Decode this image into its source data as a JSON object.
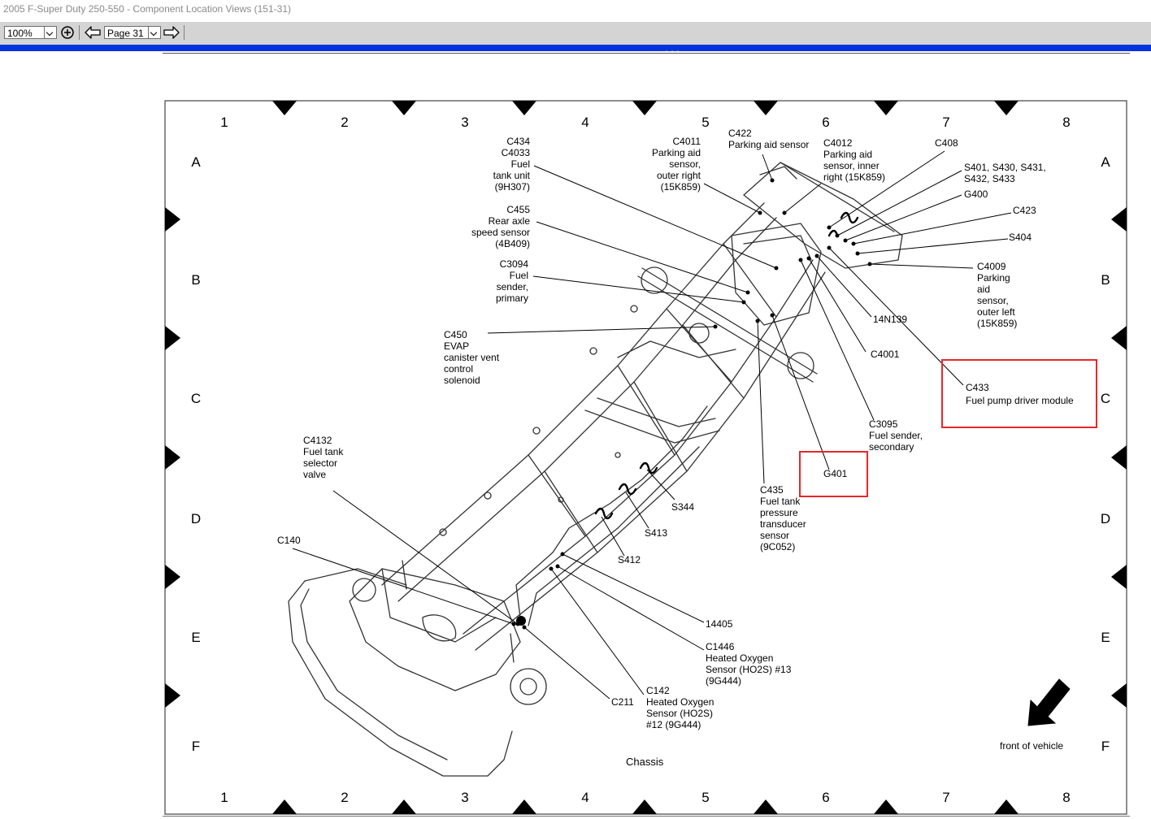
{
  "window": {
    "title": "2005 F-Super Duty 250-550 - Component Location Views (151-31)"
  },
  "toolbar": {
    "zoom_value": "100%",
    "page_value": "Page 31",
    "zoom_icon": "zoom-in-icon",
    "prev_icon": "arrow-left-icon",
    "next_icon": "arrow-right-icon"
  },
  "accent_color": "#0033dd",
  "highlight_color": "#e8262a",
  "diagram": {
    "columns": [
      "1",
      "2",
      "3",
      "4",
      "5",
      "6",
      "7",
      "8"
    ],
    "rows": [
      "A",
      "B",
      "C",
      "D",
      "E",
      "F"
    ],
    "caption": "Chassis",
    "front_label": "front of vehicle",
    "callouts": {
      "c434": [
        "C434",
        "C4033",
        "Fuel",
        "tank unit",
        "(9H307)"
      ],
      "c455": [
        "C455",
        "Rear axle",
        "speed sensor",
        "(4B409)"
      ],
      "c3094": [
        "C3094",
        "Fuel",
        "sender,",
        "primary"
      ],
      "c450": [
        "C450",
        "EVAP",
        "canister vent",
        "control",
        "solenoid"
      ],
      "c4011": [
        "C4011",
        "Parking aid",
        "sensor,",
        "outer right",
        "(15K859)"
      ],
      "c422": [
        "C422",
        "Parking aid sensor"
      ],
      "c4012": [
        "C4012",
        "Parking aid",
        "sensor, inner",
        "right (15K859)"
      ],
      "c408": [
        "C408"
      ],
      "s401": [
        "S401, S430, S431,",
        "S432, S433"
      ],
      "g400": [
        "G400"
      ],
      "c423": [
        "C423"
      ],
      "s404": [
        "S404"
      ],
      "c4009": [
        "C4009",
        "Parking",
        "aid",
        "sensor,",
        "outer left",
        "(15K859)"
      ],
      "n14n139": [
        "14N139"
      ],
      "c4001": [
        "C4001"
      ],
      "c433": [
        "C433",
        "Fuel pump driver module"
      ],
      "c3095": [
        "C3095",
        "Fuel sender,",
        "secondary"
      ],
      "g401": [
        "G401"
      ],
      "c435": [
        "C435",
        "Fuel tank",
        "pressure",
        "transducer",
        "sensor",
        "(9C052)"
      ],
      "s344": [
        "S344"
      ],
      "s413": [
        "S413"
      ],
      "s412": [
        "S412"
      ],
      "c4132": [
        "C4132",
        "Fuel tank",
        "selector",
        "valve"
      ],
      "c140": [
        "C140"
      ],
      "n14405": [
        "14405"
      ],
      "c1446": [
        "C1446",
        "Heated Oxygen",
        "Sensor (HO2S) #13",
        "(9G444)"
      ],
      "c142": [
        "C142",
        "Heated Oxygen",
        "Sensor (HO2S)",
        "#12 (9G444)"
      ],
      "c211": [
        "C211"
      ]
    }
  }
}
